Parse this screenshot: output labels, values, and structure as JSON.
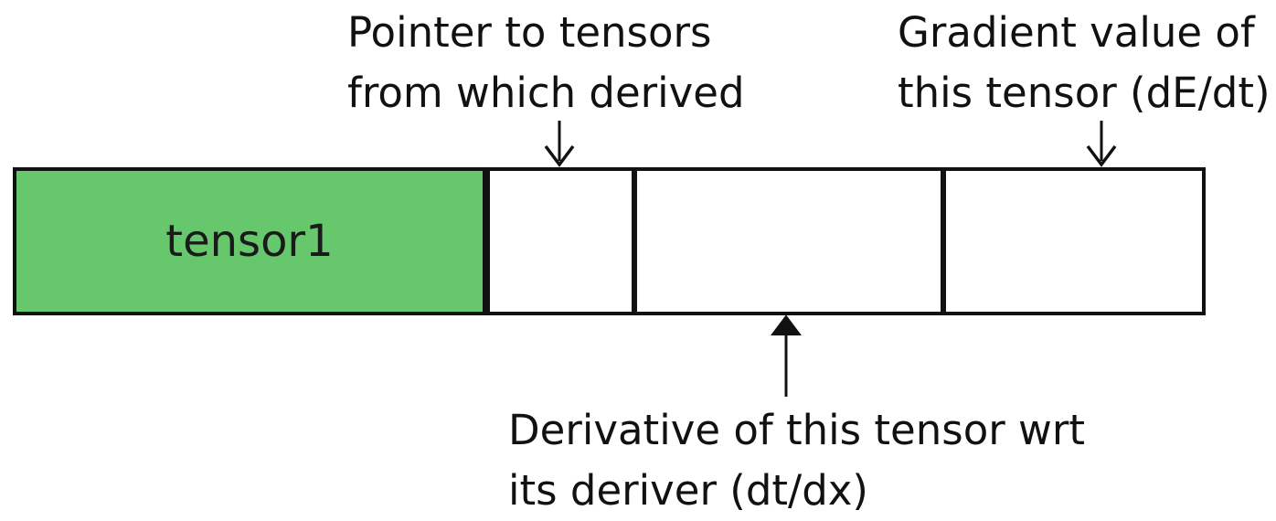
{
  "tensor_block": {
    "name": "tensor1",
    "fill_color": "#66c76d"
  },
  "annotations": {
    "pointer": {
      "line1": "Pointer to tensors",
      "line2": "from which derived"
    },
    "gradient": {
      "line1": "Gradient value of",
      "line2": "this tensor (dE/dt)"
    },
    "derivative": {
      "line1": "Derivative of this tensor wrt",
      "line2": "its deriver (dt/dx)"
    }
  }
}
